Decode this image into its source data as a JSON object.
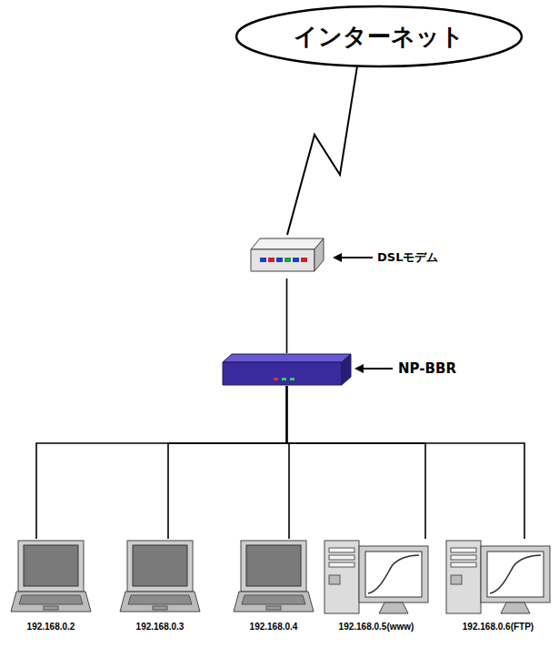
{
  "diagram": {
    "nodes": [
      {
        "text": [
          "インターネット"
        ]
      },
      {
        "text": [
          "DSLモデム"
        ]
      },
      {
        "text": [
          "NP-BBR"
        ]
      },
      {
        "text": [
          "192.168.0.2"
        ]
      },
      {
        "text": [
          "192.168.0.3"
        ]
      },
      {
        "text": [
          "192.168.0.4"
        ]
      },
      {
        "text": [
          "192.168.0.5(www)"
        ]
      },
      {
        "text": [
          "192.168.0.6(FTP)"
        ]
      }
    ],
    "edges": [
      {
        "from": 0,
        "to": 1,
        "arrow": "none"
      },
      {
        "from": 1,
        "to": 2,
        "arrow": "none"
      },
      {
        "from": 2,
        "to": 3,
        "arrow": "none"
      },
      {
        "from": 2,
        "to": 4,
        "arrow": "none"
      },
      {
        "from": 2,
        "to": 5,
        "arrow": "none"
      },
      {
        "from": 2,
        "to": 6,
        "arrow": "none"
      },
      {
        "from": 2,
        "to": 7,
        "arrow": "none"
      }
    ]
  }
}
